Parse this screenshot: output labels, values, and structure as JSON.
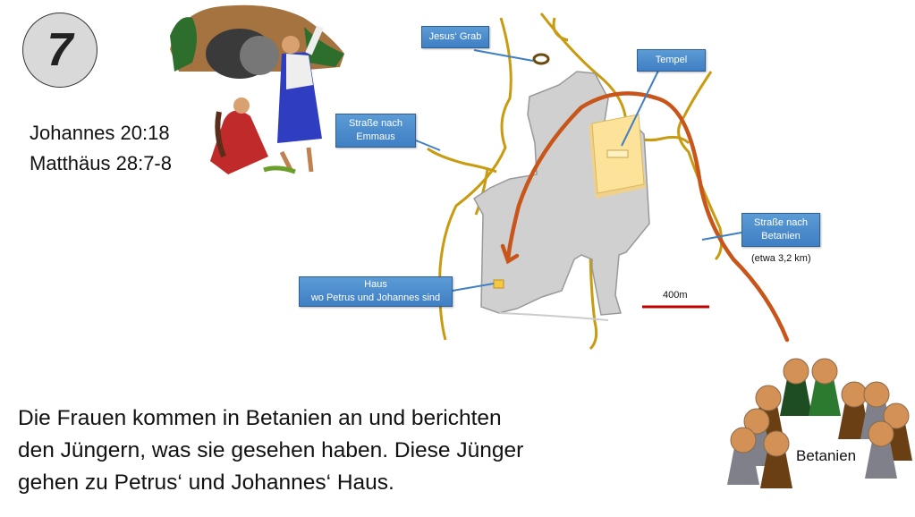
{
  "slide_number": "7",
  "references": [
    "Johannes 20:18",
    "Matthäus 28:7-8"
  ],
  "map_labels": {
    "grave": "Jesus‘ Grab",
    "temple": "Tempel",
    "emmaus_road": [
      "Straße nach",
      "Emmaus"
    ],
    "bethany_road": [
      "Straße nach",
      "Betanien"
    ],
    "bethany_distance": "(etwa 3,2 km)",
    "house": [
      "Haus",
      "wo Petrus und Johannes sind"
    ],
    "scale": "400m"
  },
  "body_lines": [
    "Die Frauen kommen in Betanien an und berichten",
    "den Jüngern, was sie gesehen haben. Diese Jünger",
    "gehen zu Petrus‘ und Johannes‘ Haus."
  ],
  "group_label": "Betanien",
  "colors": {
    "route": "#c8561a",
    "road": "#c89b10",
    "city": "#d0d0d0",
    "label": "#4a8bd0",
    "scale_bar": "#c00000"
  }
}
